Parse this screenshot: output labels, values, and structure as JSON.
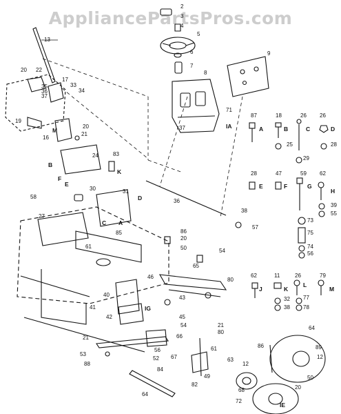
{
  "watermark": "AppliancePartsPros.com",
  "colors": {
    "ink": "#111111",
    "watermark": "#cdcdcd",
    "background": "#ffffff"
  },
  "callouts": [
    "2",
    "3",
    "4",
    "5",
    "6",
    "7",
    "8",
    "9",
    "13",
    "20",
    "22",
    "17",
    "33",
    "34",
    "35",
    "36",
    "37",
    "19",
    "M",
    "16",
    "20",
    "21",
    "24",
    "B",
    "83",
    "K",
    "F",
    "E",
    "58",
    "30",
    "31",
    "D",
    "36",
    "27",
    "C",
    "A",
    "85",
    "61",
    "38",
    "57",
    "86",
    "20",
    "50",
    "54",
    "65",
    "46",
    "80",
    "40",
    "41",
    "42",
    "43",
    "45",
    "21",
    "80",
    "54",
    "21",
    "66",
    "56",
    "52",
    "53",
    "88",
    "67",
    "64",
    "84",
    "61",
    "49",
    "82",
    "63",
    "12",
    "86",
    "64",
    "89",
    "12",
    "50",
    "20",
    "72",
    "68",
    "87",
    "A",
    "18",
    "B",
    "25",
    "26",
    "C",
    "29",
    "26",
    "D",
    "28",
    "28",
    "E",
    "47",
    "F",
    "59",
    "G",
    "73",
    "75",
    "74",
    "56",
    "62",
    "H",
    "39",
    "55",
    "62",
    "J",
    "11",
    "K",
    "32",
    "38",
    "26",
    "L",
    "77",
    "78",
    "79",
    "M",
    "37",
    "71",
    "IA",
    "IG",
    "IE"
  ]
}
